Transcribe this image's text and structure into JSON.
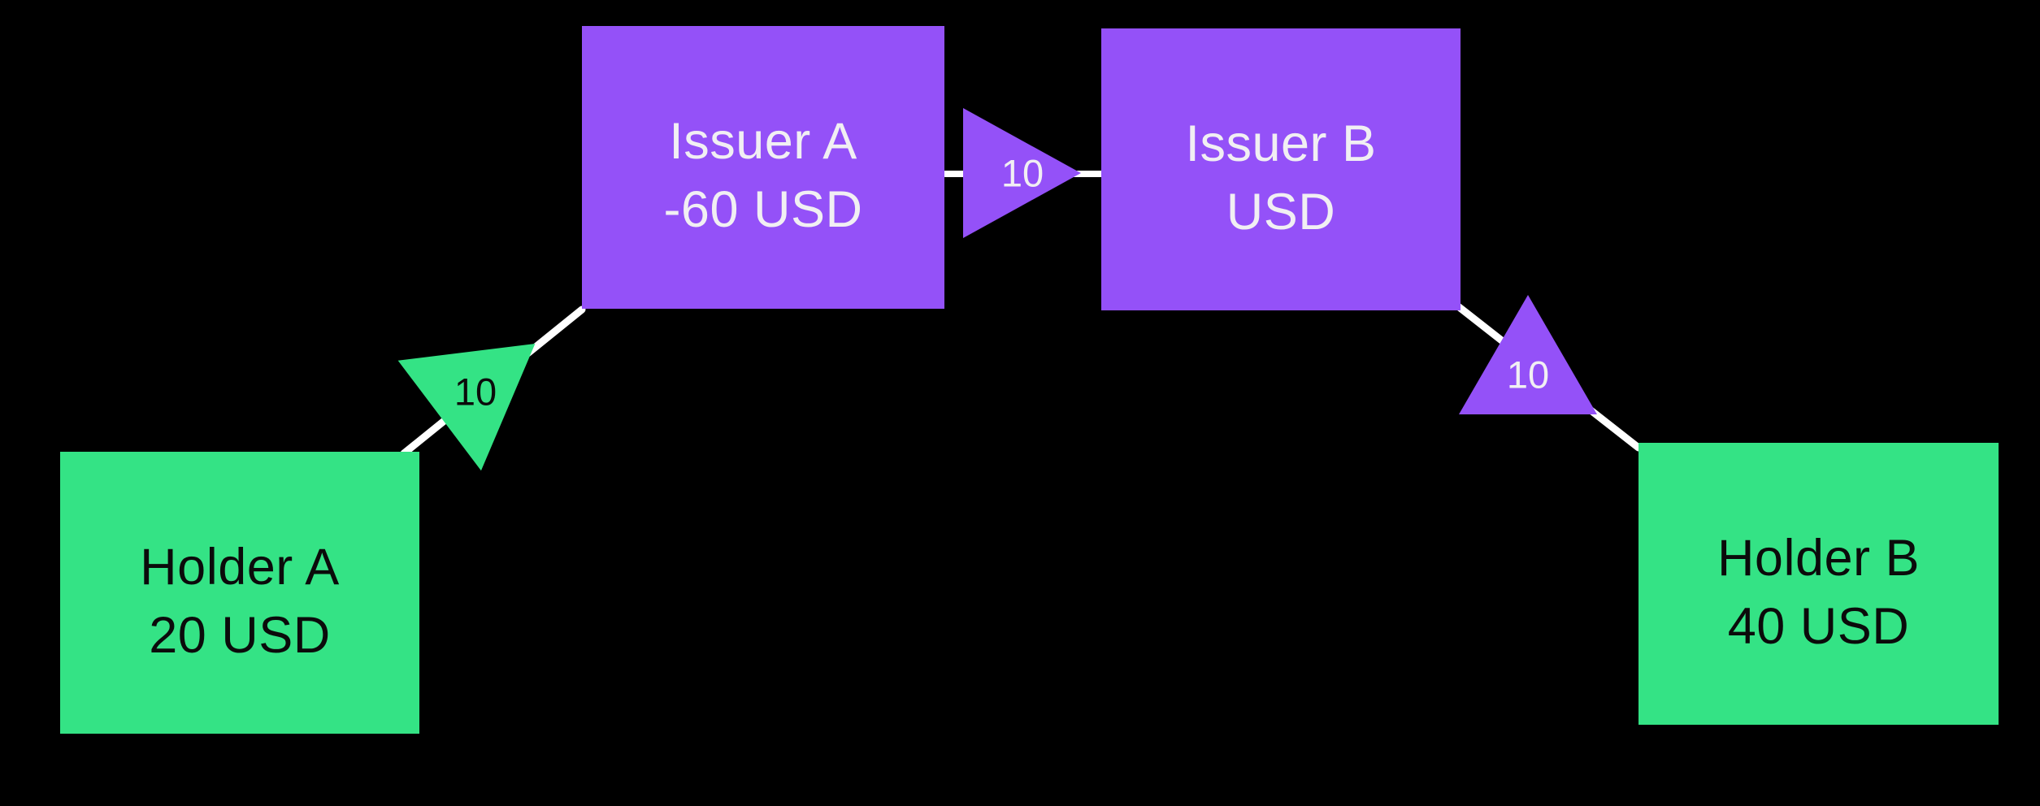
{
  "diagram": {
    "background": "#000000",
    "colors": {
      "issuer_fill": "#9451F8",
      "holder_fill": "#34E385",
      "edge_stroke": "#FFFFFF",
      "issuer_text": "#F1EFF3",
      "holder_text": "#0B0B0B"
    },
    "nodes": {
      "holder_a": {
        "name": "Holder A",
        "balance": "20 USD"
      },
      "issuer_a": {
        "name": "Issuer A",
        "balance": "-60 USD"
      },
      "issuer_b": {
        "name": "Issuer B",
        "balance": "USD"
      },
      "holder_b": {
        "name": "Holder B",
        "balance": "40 USD"
      }
    },
    "flows": {
      "holder_a_to_issuer_a": {
        "amount": "10"
      },
      "issuer_a_to_issuer_b": {
        "amount": "10"
      },
      "issuer_b_to_holder_b": {
        "amount": "10"
      }
    }
  }
}
